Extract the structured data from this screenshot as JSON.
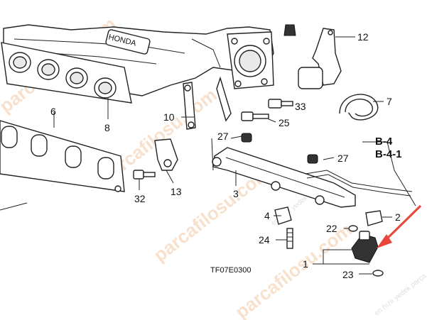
{
  "diagram": {
    "figure_code": "TF07E0300",
    "reference_labels": [
      "B-4",
      "B-4-1"
    ],
    "watermark": "parcafilosu.com",
    "watermark_tagline": "en hızlı yedek parça",
    "engine_brand_text": "HONDA",
    "highlight_color": "#e8463a",
    "callouts": {
      "c1": "1",
      "c2": "2",
      "c3": "3",
      "c4": "4",
      "c6": "6",
      "c7": "7",
      "c8": "8",
      "c10": "10",
      "c12": "12",
      "c13": "13",
      "c22": "22",
      "c23": "23",
      "c24": "24",
      "c25": "25",
      "c27a": "27",
      "c27b": "27",
      "c32": "32",
      "c33": "33"
    }
  }
}
